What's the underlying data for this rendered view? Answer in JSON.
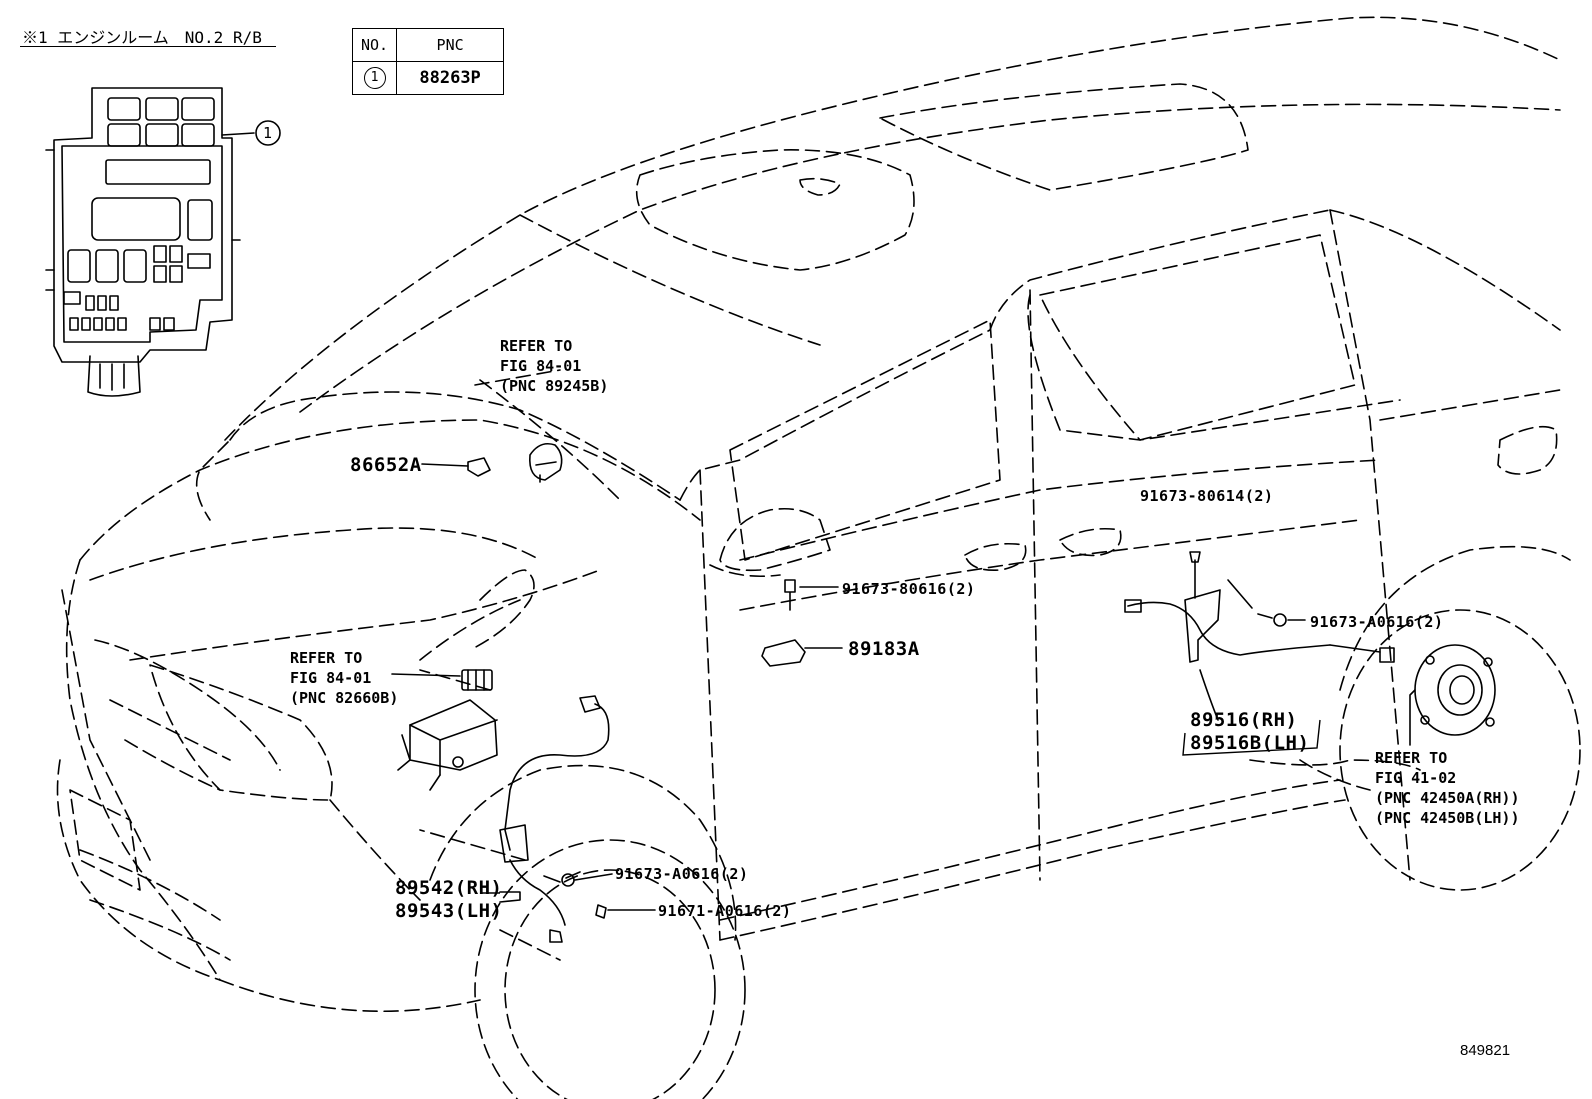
{
  "header": {
    "note": "※1 エンジンルーム　NO.2 R/B"
  },
  "pnc_table": {
    "col_no": "NO.",
    "col_pnc": "PNC",
    "rows": [
      {
        "no": "1",
        "pnc": "88263P"
      }
    ]
  },
  "callouts": {
    "inset_marker": "1",
    "refer_89245b": [
      "REFER TO",
      "FIG 84-01",
      "(PNC 89245B)"
    ],
    "refer_82660b": [
      "REFER TO",
      "FIG 84-01",
      "(PNC 82660B)"
    ],
    "refer_42450": [
      "REFER TO",
      "FIG 41-02",
      "(PNC 42450A(RH))",
      "(PNC 42450B(LH))"
    ],
    "p86652a": "86652A",
    "p91673_80614": "91673-80614(2)",
    "p91673_80616": "91673-80616(2)",
    "p89183a": "89183A",
    "p91673_a0616_rear": "91673-A0616(2)",
    "p89516_rh": "89516(RH)",
    "p89516b_lh": "89516B(LH)",
    "p89542_rh": "89542(RH)",
    "p89543_lh": "89543(LH)",
    "p91673_a0616_front": "91673-A0616(2)",
    "p91671_a0616": "91671-A0616(2)"
  },
  "image_id": "849821"
}
